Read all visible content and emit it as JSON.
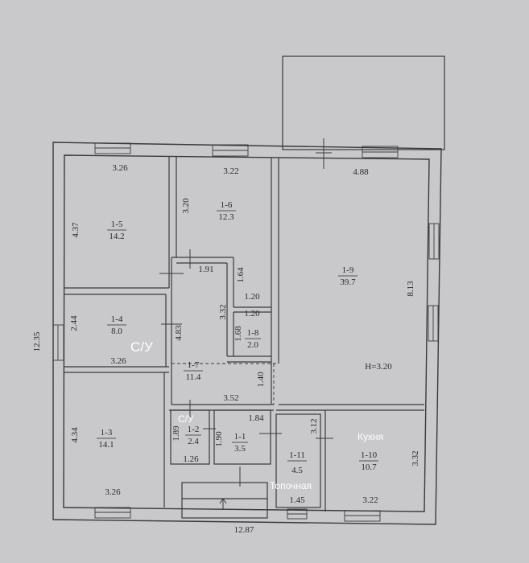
{
  "colors": {
    "background": "#c9c9cb",
    "wall": "#3a3a3c",
    "overlay_text": "#ffffff"
  },
  "overall": {
    "width": "12.87",
    "height": "12.35"
  },
  "height_note": "H=3.20",
  "rooms": {
    "r1_1": {
      "id": "1-1",
      "area": "3.5"
    },
    "r1_2": {
      "id": "1-2",
      "area": "2.4"
    },
    "r1_3": {
      "id": "1-3",
      "area": "14.1"
    },
    "r1_4": {
      "id": "1-4",
      "area": "8.0"
    },
    "r1_5": {
      "id": "1-5",
      "area": "14.2"
    },
    "r1_6": {
      "id": "1-6",
      "area": "12.3"
    },
    "r1_7": {
      "id": "1-7",
      "area": "11.4"
    },
    "r1_8": {
      "id": "1-8",
      "area": "2.0"
    },
    "r1_9": {
      "id": "1-9",
      "area": "39.7"
    },
    "r1_10": {
      "id": "1-10",
      "area": "10.7"
    },
    "r1_11": {
      "id": "1-11",
      "area": "4.5"
    }
  },
  "dims": {
    "d_3_26_top": "3.26",
    "d_3_22_top": "3.22",
    "d_4_88": "4.88",
    "d_4_37": "4.37",
    "d_3_20_v": "3.20",
    "d_1_91": "1.91",
    "d_1_64": "1.64",
    "d_1_20_a": "1.20",
    "d_1_20_b": "1.20",
    "d_3_32_v": "3.32",
    "d_1_68": "1.68",
    "d_8_13": "8.13",
    "d_2_44": "2.44",
    "d_4_83": "4.83",
    "d_3_26_mid": "3.26",
    "d_1_40": "1.40",
    "d_3_52": "3.52",
    "d_4_34": "4.34",
    "d_1_89": "1.89",
    "d_1_90": "1.90",
    "d_1_84": "1.84",
    "d_3_12": "3.12",
    "d_3_32_r": "3.32",
    "d_1_26": "1.26",
    "d_3_26_bot": "3.26",
    "d_1_45": "1.45",
    "d_3_22_bot": "3.22"
  },
  "labels": {
    "su_1": "С/У",
    "su_2": "С/У",
    "kitchen": "Кухня",
    "boiler": "Топочная"
  }
}
